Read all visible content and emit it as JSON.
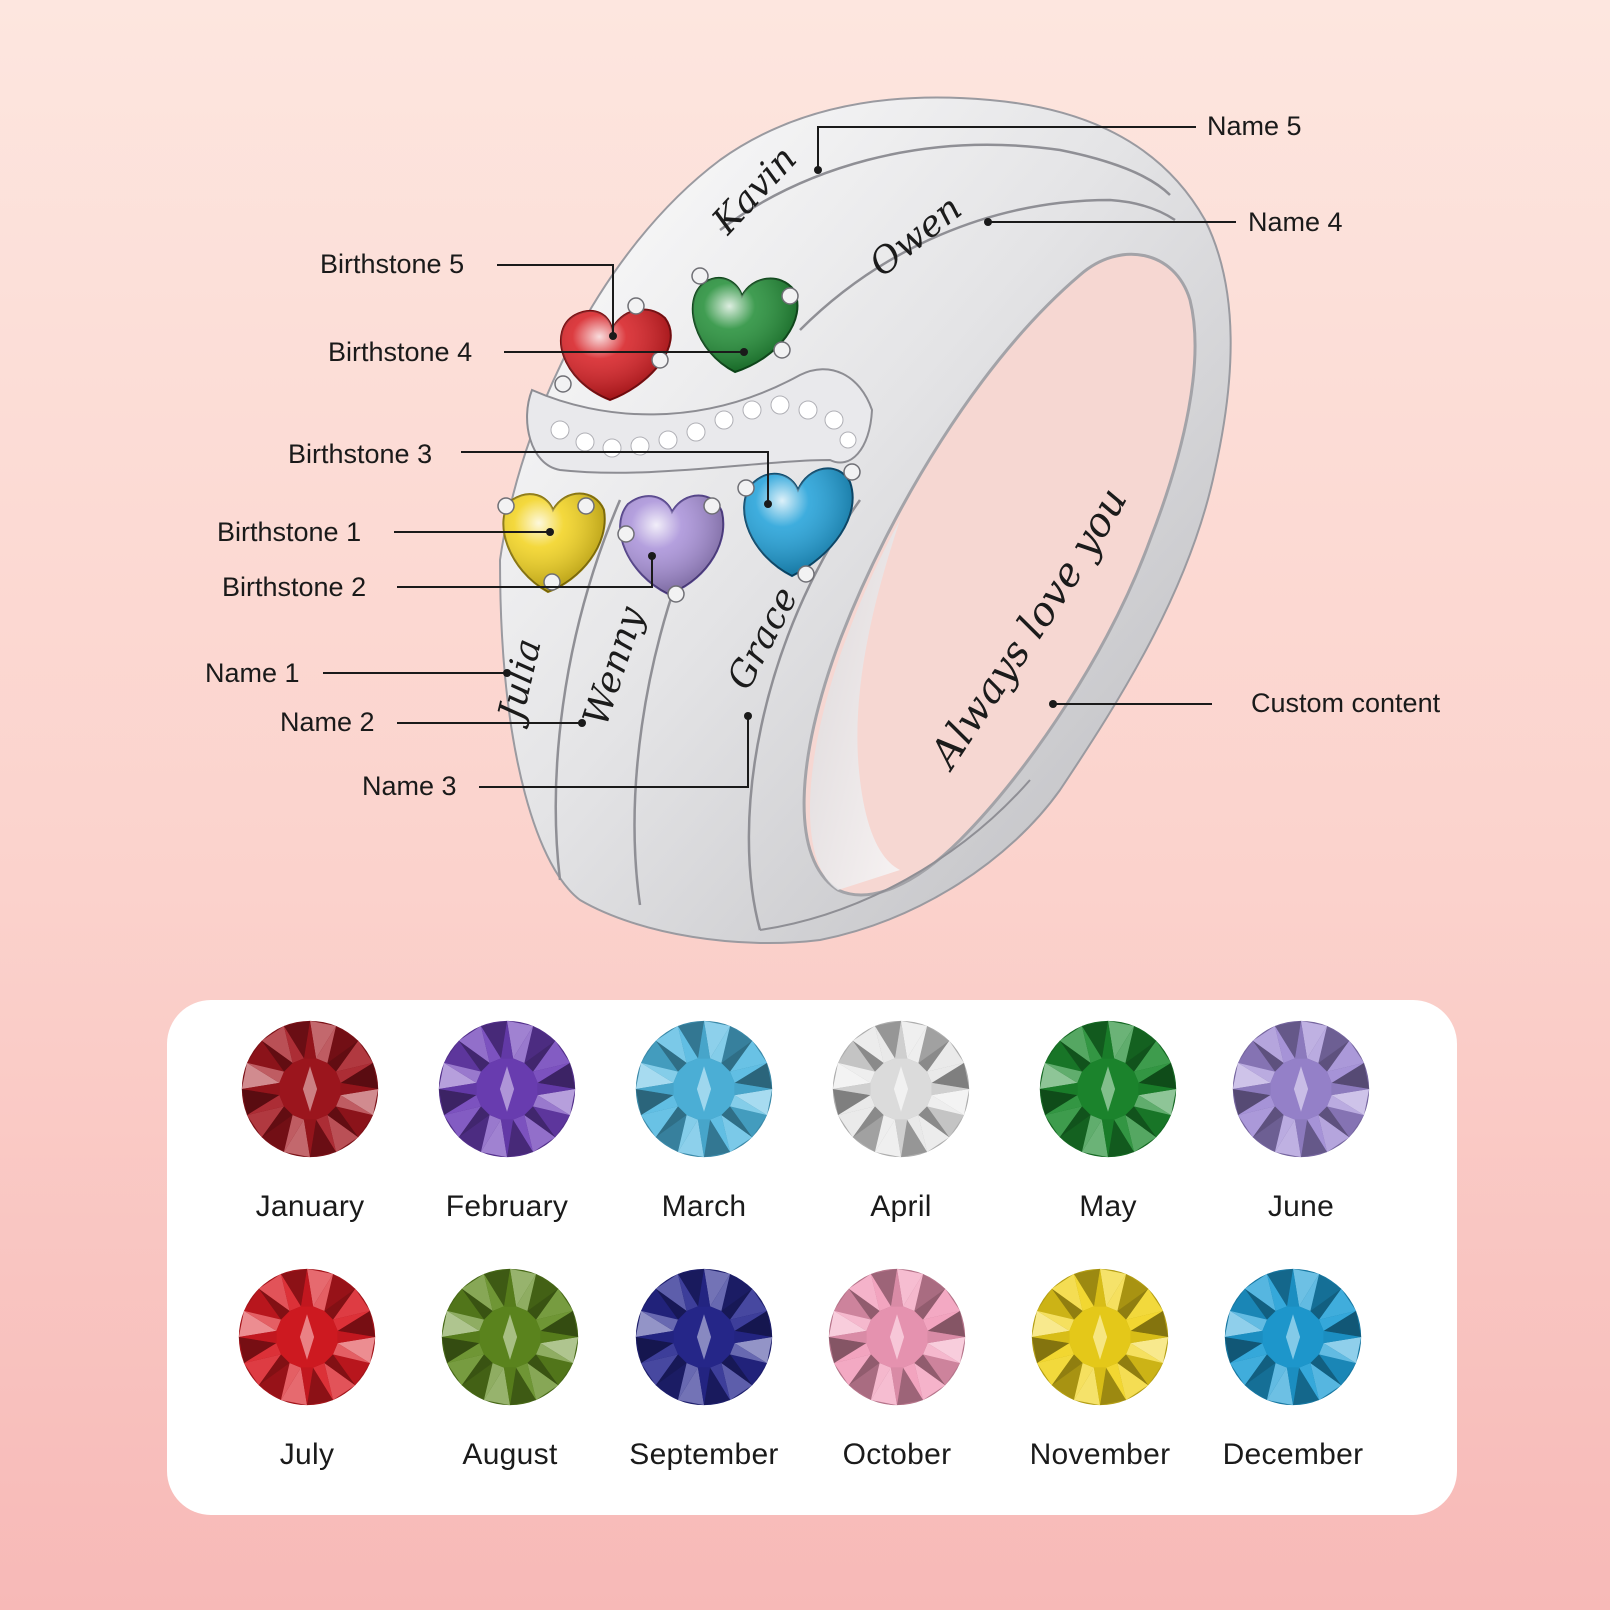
{
  "ring": {
    "engravings": {
      "name1": "Julia",
      "name2": "Wenny",
      "name3": "Grace",
      "name4": "Owen",
      "name5": "Kavin",
      "custom": "Always love you"
    },
    "callouts": [
      {
        "id": "name5",
        "label": "Name 5"
      },
      {
        "id": "name4",
        "label": "Name 4"
      },
      {
        "id": "birthstone5",
        "label": "Birthstone 5"
      },
      {
        "id": "birthstone4",
        "label": "Birthstone 4"
      },
      {
        "id": "birthstone3",
        "label": "Birthstone 3"
      },
      {
        "id": "birthstone1",
        "label": "Birthstone 1"
      },
      {
        "id": "birthstone2",
        "label": "Birthstone 2"
      },
      {
        "id": "name1",
        "label": "Name 1"
      },
      {
        "id": "name2",
        "label": "Name 2"
      },
      {
        "id": "name3",
        "label": "Name 3"
      },
      {
        "id": "custom",
        "label": "Custom content"
      }
    ],
    "stone_colors": {
      "birthstone1": "#f2d21b",
      "birthstone2": "#a78fd8",
      "birthstone3": "#1d9fd8",
      "birthstone4": "#1f8c34",
      "birthstone5": "#d61a1f"
    }
  },
  "birthstones": [
    {
      "month": "January",
      "color": "#a3161e",
      "icon": "january-gem-icon"
    },
    {
      "month": "February",
      "color": "#6d3fb8",
      "icon": "february-gem-icon"
    },
    {
      "month": "March",
      "color": "#4fb7e0",
      "icon": "march-gem-icon"
    },
    {
      "month": "April",
      "color": "#e6e6e6",
      "icon": "april-gem-icon"
    },
    {
      "month": "May",
      "color": "#1c8a2e",
      "icon": "may-gem-icon"
    },
    {
      "month": "June",
      "color": "#9c87d2",
      "icon": "june-gem-icon"
    },
    {
      "month": "July",
      "color": "#d81a22",
      "icon": "july-gem-icon"
    },
    {
      "month": "August",
      "color": "#5f8a1e",
      "icon": "august-gem-icon"
    },
    {
      "month": "September",
      "color": "#27288f",
      "icon": "september-gem-icon"
    },
    {
      "month": "October",
      "color": "#f19ab8",
      "icon": "october-gem-icon"
    },
    {
      "month": "November",
      "color": "#f0d21a",
      "icon": "november-gem-icon"
    },
    {
      "month": "December",
      "color": "#1e9ed6",
      "icon": "december-gem-icon"
    }
  ]
}
